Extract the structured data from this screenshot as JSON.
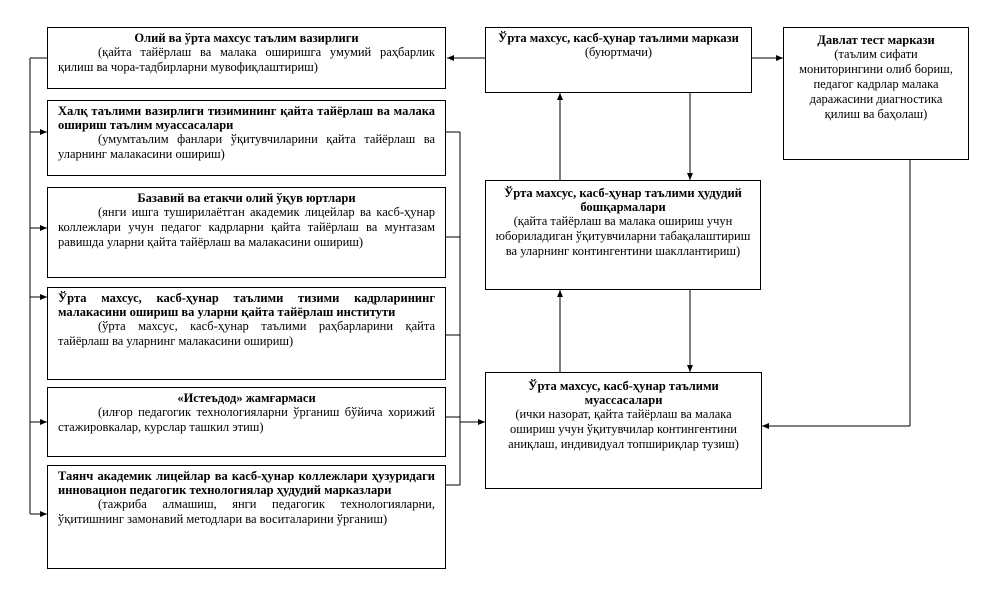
{
  "left_boxes": [
    {
      "id": "ministry-higher-edu",
      "title": "Олий ва ўрта махсус таълим вазирлиги",
      "desc": "(қайта тайёрлаш ва малака оширишга умумий раҳбарлик қилиш ва чора-тадбирларни мувофиқлаштириш)"
    },
    {
      "id": "public-edu-institutions",
      "title": "Халқ таълими вазирлиги тизимининг қайта тайёрлаш ва малака ошириш  таълим муассасалари",
      "desc": "(умумтаълим фанлари ўқитувчиларини қайта тайёрлаш ва уларнинг малакасини ошириш)"
    },
    {
      "id": "base-universities",
      "title": "Базавий ва етакчи олий ўқув юртлари",
      "desc": "(янги ишга туширилаётган академик лицейлар ва касб-ҳунар коллежлари учун педагог кадрларни қайта тайёрлаш ва мунтазам равишда уларни қайта тайёрлаш ва малакасини ошириш)"
    },
    {
      "id": "vocational-institute",
      "title": "Ўрта махсус, касб-ҳунар таълими тизими кадрларининг малакасини ошириш ва уларни қайта тайёрлаш институти",
      "desc": "(ўрта махсус, касб-ҳунар таълими раҳбарларини қайта тайёрлаш ва уларнинг малакасини ошириш)"
    },
    {
      "id": "istedod-fund",
      "title": "«Истеъдод» жамғармаси",
      "desc": "(илғор педагогик технологияларни ўрганиш бўйича хорижий стажировкалар, курслар ташкил этиш)"
    },
    {
      "id": "innovation-centers",
      "title": "Таянч академик лицейлар ва касб-ҳунар коллежлари ҳузуридаги инновацион педагогик технологиялар ҳудудий марказлари",
      "desc": "(тажриба алмашиш, янги педагогик технологияларни, ўқитишнинг замонавий методлари ва воситаларини ўрганиш)"
    }
  ],
  "center_boxes": {
    "center_top": {
      "title": "Ўрта махсус, касб-ҳунар таълими маркази",
      "desc": "(буюртмачи)"
    },
    "center_mid": {
      "title": "Ўрта махсус, касб-ҳунар таълими ҳудудий бошқармалари",
      "desc": "(қайта тайёрлаш ва малака ошириш учун юбориладиган ўқитувчиларни табақалаштириш ва уларнинг контингентини шакллантириш)"
    },
    "center_bot": {
      "title": "Ўрта махсус, касб-ҳунар таълими муассасалари",
      "desc": "(ички назорат, қайта тайёрлаш ва малака ошириш учун ўқитувчилар контингентини аниқлаш, индивидуал топшириқлар тузиш)"
    }
  },
  "test_center": {
    "title": "Давлат тест маркази",
    "desc": "(таълим сифати мониторингини олиб бориш, педагог кадрлар малака даражасини диагностика қилиш ва баҳолаш)"
  }
}
